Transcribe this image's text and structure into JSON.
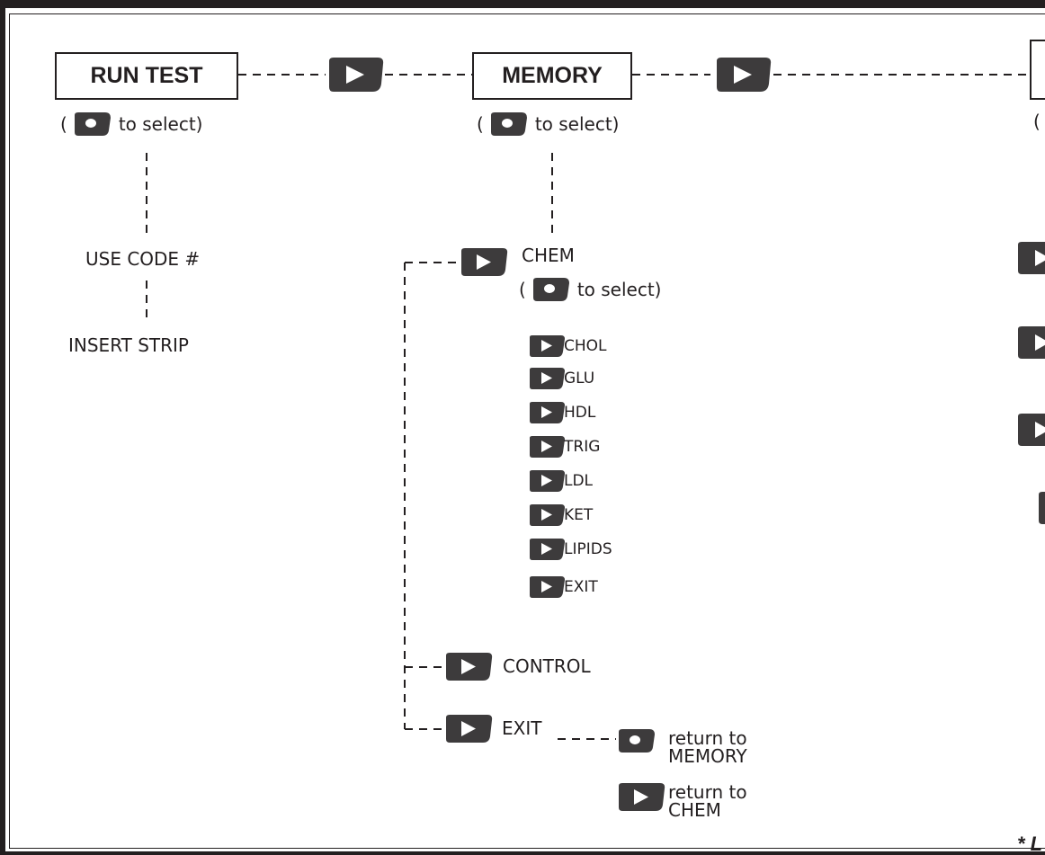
{
  "modes": {
    "run_test": "RUN TEST",
    "memory": "MEMORY"
  },
  "select_hint": {
    "open_paren": "(",
    "text": "to select)"
  },
  "run_test_steps": {
    "use_code": "USE CODE #",
    "insert_strip": "INSERT STRIP"
  },
  "memory_menu": {
    "chem": "CHEM",
    "chem_items": [
      "CHOL",
      "GLU",
      "HDL",
      "TRIG",
      "LDL",
      "KET",
      "LIPIDS",
      "EXIT"
    ],
    "control": "CONTROL",
    "exit": "EXIT",
    "return_memory": [
      "return to",
      "MEMORY"
    ],
    "return_chem": [
      "return to",
      "CHEM"
    ]
  },
  "partial": {
    "open_paren": "(",
    "footnote": "* L"
  },
  "icons": {
    "next": "next-arrow-button-icon",
    "select": "select-round-button-icon"
  },
  "colors": {
    "ink": "#231f20",
    "button_face": "#3d3b3c",
    "button_highlight": "#ffffff"
  }
}
